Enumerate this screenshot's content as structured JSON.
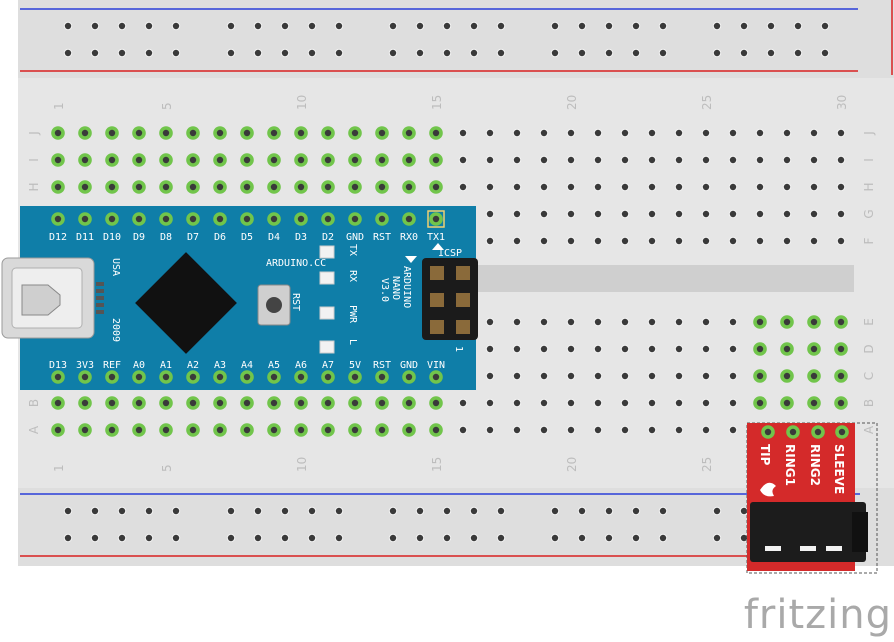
{
  "breadboard": {
    "column_numbers": [
      "1",
      "5",
      "10",
      "15",
      "20",
      "25",
      "30"
    ],
    "row_letters_top": [
      "J",
      "I",
      "H",
      "G",
      "F"
    ],
    "row_letters_bottom": [
      "E",
      "D",
      "C",
      "B",
      "A"
    ]
  },
  "arduino": {
    "top_pins": [
      "D12",
      "D11",
      "D10",
      "D9",
      "D8",
      "D7",
      "D6",
      "D5",
      "D4",
      "D3",
      "D2",
      "GND",
      "RST",
      "RX0",
      "TX1"
    ],
    "bottom_pins": [
      "D13",
      "3V3",
      "REF",
      "A0",
      "A1",
      "A2",
      "A3",
      "A4",
      "A5",
      "A6",
      "A7",
      "5V",
      "RST",
      "GND",
      "VIN"
    ],
    "site": "ARDUINO.CC",
    "name_line1": "ARDUINO",
    "name_line2": "NANO",
    "version": "V3.0",
    "year": "2009",
    "usa": "USA",
    "icsp": "ICSP",
    "rst": "RST",
    "led_tx": "TX",
    "led_rx": "RX",
    "led_pwr": "PWR",
    "led_l": "L",
    "pin1": "1"
  },
  "jack": {
    "pins": [
      "TIP",
      "RING1",
      "RING2",
      "SLEEVE"
    ]
  },
  "brand": "fritzing",
  "colors": {
    "board": "#0f7ea8",
    "jack": "#d42a2a",
    "connected": "#71c54b",
    "hole": "#3a3a3a",
    "breadboard": "#e6e6e6",
    "rail_blue": "#2a3fd8",
    "rail_red": "#d82020"
  }
}
